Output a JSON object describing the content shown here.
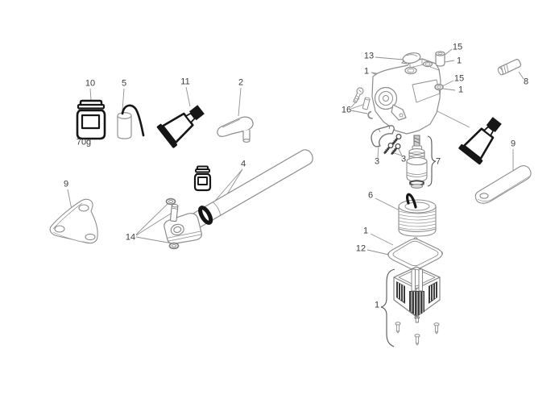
{
  "colors": {
    "background": "#ffffff",
    "line_art": "#8c8c8c",
    "dark_ink": "#161616",
    "label_text": "#3b3b3b"
  },
  "labels": {
    "grease_jar": "10",
    "grease_jar_weight": "70g",
    "capacitor": "5",
    "adhesive_tube": "11",
    "clamping_lever": "2",
    "bracket_left": "9",
    "shaft_tube": "4",
    "pin_kit": "14",
    "cover_cap": "13",
    "plug_top": "15",
    "plug_top_alt": "1",
    "gear_housing": "1",
    "oring_side": "15",
    "oring_side_alt": "1",
    "retainer_set": "16",
    "carbon_brush": "8",
    "clamp_bracket": "3",
    "bracket_screws": "3",
    "armature": "7",
    "field_coil": "6",
    "gasket_alt": "1",
    "gasket": "12",
    "motor_assembly": "1",
    "cover_plate": "9"
  }
}
